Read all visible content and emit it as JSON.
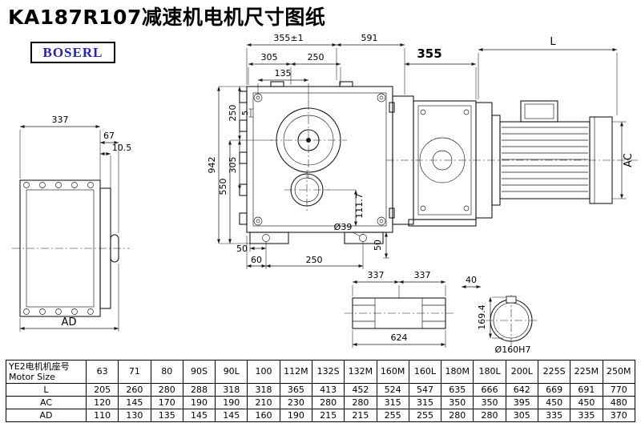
{
  "title": "KA187R107减速机电机尺寸图纸",
  "logo": "BOSERL",
  "dims": {
    "lv_width": "337",
    "lv_w2": "67",
    "lv_w3": "10.5",
    "lv_bottom": "AD",
    "fv_top": "355±1",
    "fv_total": "591",
    "fv_a": "305",
    "fv_b": "250",
    "fv_c": "135",
    "fv_v1": "250",
    "fv_v2": "5",
    "fv_v3": "305",
    "fv_v4": "550",
    "fv_v5": "942",
    "fv_v6": "111.7",
    "fv_f1": "50",
    "fv_f2": "60",
    "fv_f3": "250",
    "fv_hole": "Ø39",
    "fv_f4": "50",
    "sv_a": "355",
    "sv_len": "L",
    "sv_dia": "AC",
    "sh_a": "337",
    "sh_b": "337",
    "sh_total": "624",
    "bo_a": "40",
    "bo_b": "169.4",
    "bo_dia": "Ø160H7"
  },
  "table": {
    "row_header_line1": "YE2电机机座号",
    "row_header_line2": "Motor Size",
    "columns": [
      "63",
      "71",
      "80",
      "90S",
      "90L",
      "100",
      "112M",
      "132S",
      "132M",
      "160M",
      "160L",
      "180M",
      "180L",
      "200L",
      "225S",
      "225M",
      "250M"
    ],
    "rows": [
      {
        "label": "L",
        "values": [
          "205",
          "260",
          "280",
          "288",
          "318",
          "318",
          "365",
          "413",
          "452",
          "524",
          "547",
          "635",
          "666",
          "642",
          "669",
          "691",
          "770"
        ]
      },
      {
        "label": "AC",
        "values": [
          "120",
          "145",
          "170",
          "190",
          "190",
          "210",
          "230",
          "280",
          "280",
          "315",
          "315",
          "350",
          "350",
          "395",
          "450",
          "450",
          "480"
        ]
      },
      {
        "label": "AD",
        "values": [
          "110",
          "130",
          "135",
          "145",
          "145",
          "160",
          "190",
          "215",
          "215",
          "255",
          "255",
          "280",
          "280",
          "305",
          "335",
          "335",
          "370"
        ]
      }
    ]
  }
}
